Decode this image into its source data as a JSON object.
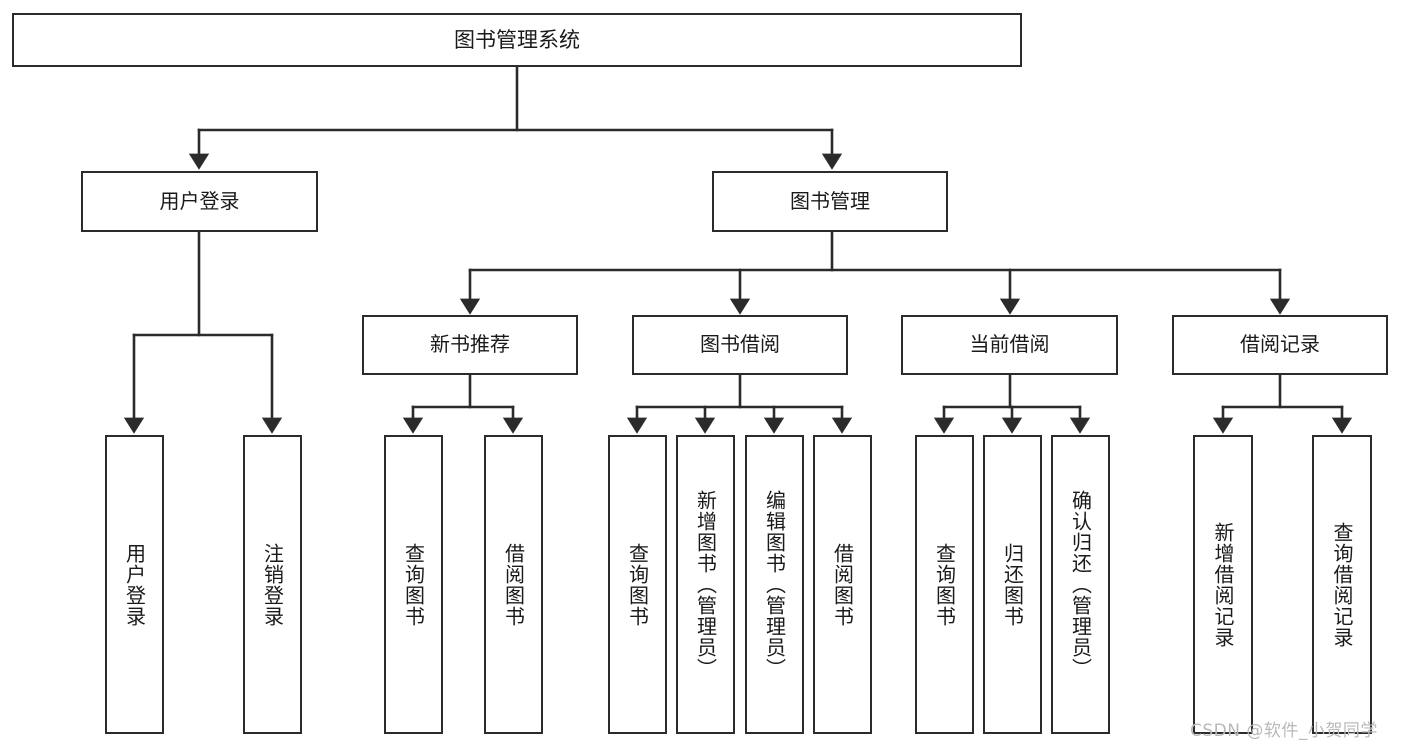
{
  "diagram": {
    "title": "图书管理系统",
    "type": "hierarchy-tree",
    "watermark": "CSDN @软件_小贺同学",
    "colors": {
      "box_border": "#2b2b2b",
      "box_fill": "#ffffff",
      "connector": "#2b2b2b",
      "text": "#1a1a1a",
      "watermark": "#b9b9b9"
    },
    "root": {
      "label": "图书管理系统"
    },
    "level2": [
      {
        "label": "用户登录"
      },
      {
        "label": "图书管理"
      }
    ],
    "level3": [
      {
        "label": "新书推荐"
      },
      {
        "label": "图书借阅"
      },
      {
        "label": "当前借阅"
      },
      {
        "label": "借阅记录"
      }
    ],
    "leaves": {
      "user_login": [
        {
          "label": "用户登录"
        },
        {
          "label": "注销登录"
        }
      ],
      "new_book": [
        {
          "label": "查询图书"
        },
        {
          "label": "借阅图书"
        }
      ],
      "borrow": [
        {
          "label": "查询图书"
        },
        {
          "label": "新增图书（管理员）"
        },
        {
          "label": "编辑图书（管理员）"
        },
        {
          "label": "借阅图书"
        }
      ],
      "current": [
        {
          "label": "查询图书"
        },
        {
          "label": "归还图书"
        },
        {
          "label": "确认归还（管理员）"
        }
      ],
      "records": [
        {
          "label": "新增借阅记录"
        },
        {
          "label": "查询借阅记录"
        }
      ]
    }
  }
}
